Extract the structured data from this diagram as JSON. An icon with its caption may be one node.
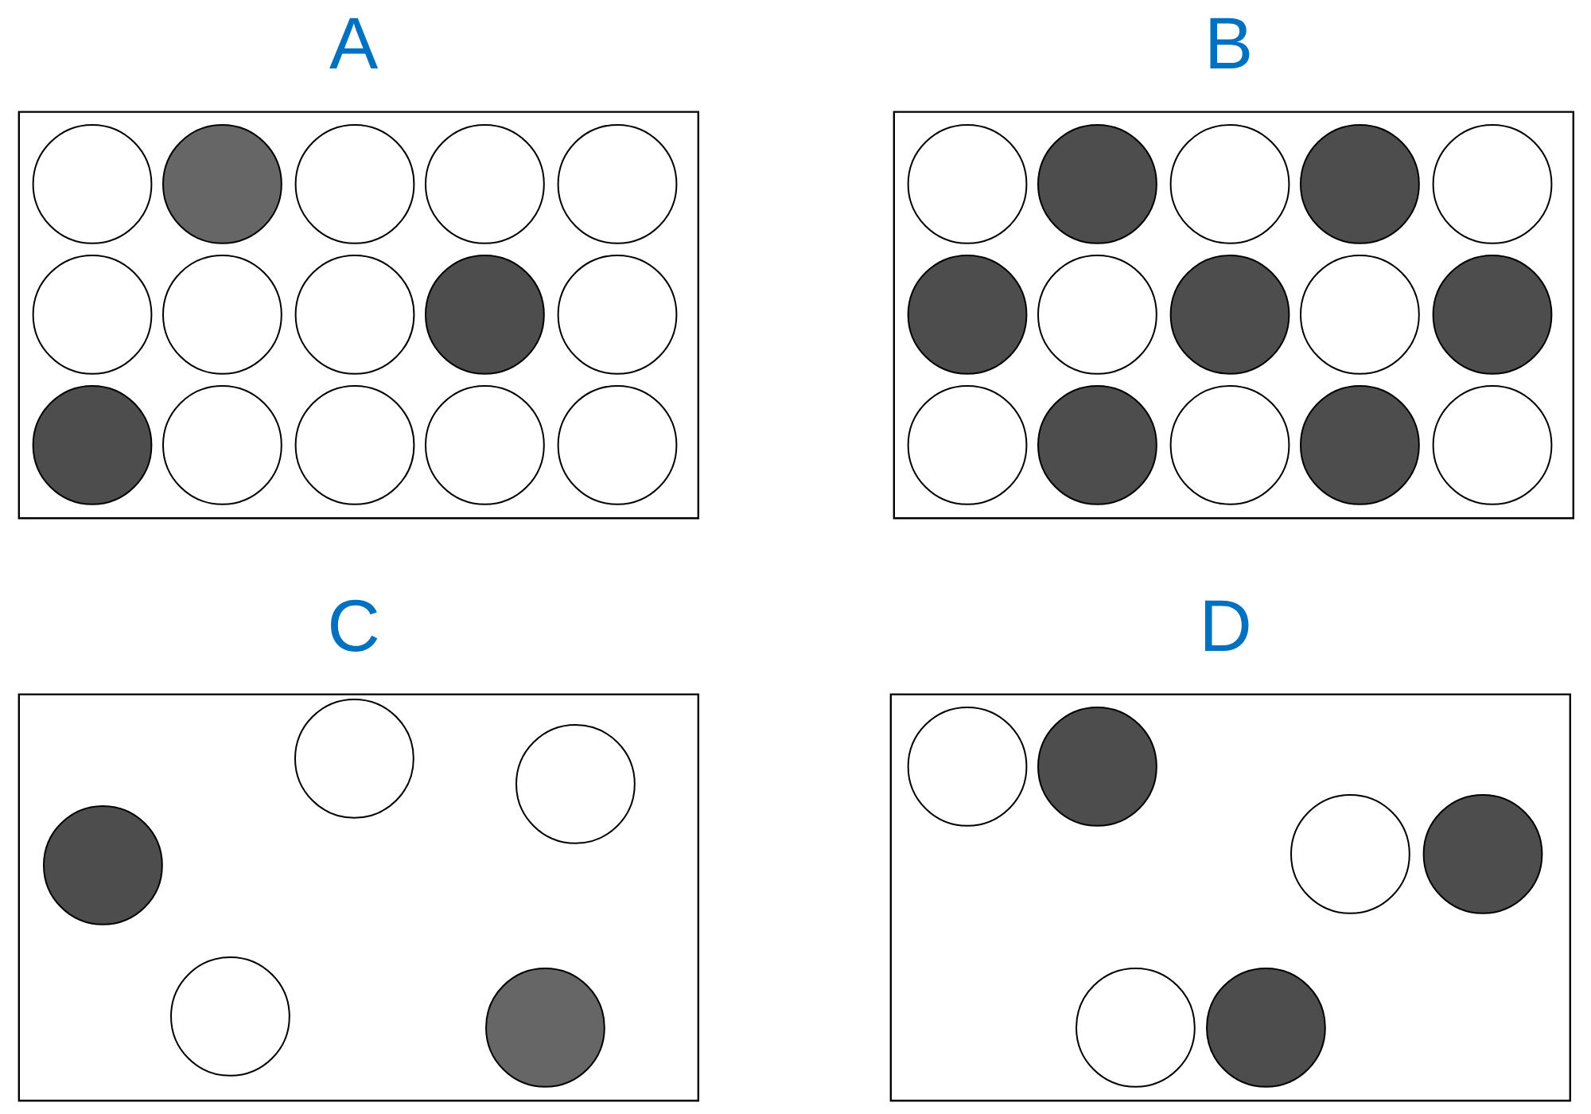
{
  "diagram": {
    "nodes": [
      {
        "text": [
          "A"
        ]
      },
      {
        "text": [],
        "shape": "circle",
        "in": 0
      },
      {
        "text": [],
        "shape": "circle",
        "in": 0
      },
      {
        "text": [],
        "shape": "circle",
        "in": 0
      },
      {
        "text": [],
        "shape": "circle",
        "in": 0
      },
      {
        "text": [],
        "shape": "circle",
        "in": 0
      },
      {
        "text": [],
        "shape": "circle",
        "in": 0
      },
      {
        "text": [],
        "shape": "circle",
        "in": 0
      },
      {
        "text": [],
        "shape": "circle",
        "in": 0
      },
      {
        "text": [],
        "shape": "circle",
        "in": 0
      },
      {
        "text": [],
        "shape": "circle",
        "in": 0
      },
      {
        "text": [],
        "shape": "circle",
        "in": 0
      },
      {
        "text": [],
        "shape": "circle",
        "in": 0
      },
      {
        "text": [],
        "shape": "circle",
        "in": 0
      },
      {
        "text": [],
        "shape": "circle",
        "in": 0
      },
      {
        "text": [],
        "shape": "circle",
        "in": 0
      },
      {
        "text": [
          "B"
        ]
      },
      {
        "text": [],
        "shape": "circle",
        "in": 16
      },
      {
        "text": [],
        "shape": "circle",
        "in": 16
      },
      {
        "text": [],
        "shape": "circle",
        "in": 16
      },
      {
        "text": [],
        "shape": "circle",
        "in": 16
      },
      {
        "text": [],
        "shape": "circle",
        "in": 16
      },
      {
        "text": [],
        "shape": "circle",
        "in": 16
      },
      {
        "text": [],
        "shape": "circle",
        "in": 16
      },
      {
        "text": [],
        "shape": "circle",
        "in": 16
      },
      {
        "text": [],
        "shape": "circle",
        "in": 16
      },
      {
        "text": [],
        "shape": "circle",
        "in": 16
      },
      {
        "text": [],
        "shape": "circle",
        "in": 16
      },
      {
        "text": [],
        "shape": "circle",
        "in": 16
      },
      {
        "text": [],
        "shape": "circle",
        "in": 16
      },
      {
        "text": [],
        "shape": "circle",
        "in": 16
      },
      {
        "text": [],
        "shape": "circle",
        "in": 16
      },
      {
        "text": [
          "C"
        ]
      },
      {
        "text": [],
        "shape": "circle",
        "in": 32
      },
      {
        "text": [],
        "shape": "circle",
        "in": 32
      },
      {
        "text": [],
        "shape": "circle",
        "in": 32
      },
      {
        "text": [],
        "shape": "circle",
        "in": 32
      },
      {
        "text": [],
        "shape": "circle",
        "in": 32
      },
      {
        "text": [
          "D"
        ]
      },
      {
        "text": [],
        "shape": "circle",
        "in": 38
      },
      {
        "text": [],
        "shape": "circle",
        "in": 38
      },
      {
        "text": [],
        "shape": "circle",
        "in": 38
      },
      {
        "text": [],
        "shape": "circle",
        "in": 38
      },
      {
        "text": [],
        "shape": "circle",
        "in": 38
      },
      {
        "text": [],
        "shape": "circle",
        "in": 38
      }
    ]
  }
}
